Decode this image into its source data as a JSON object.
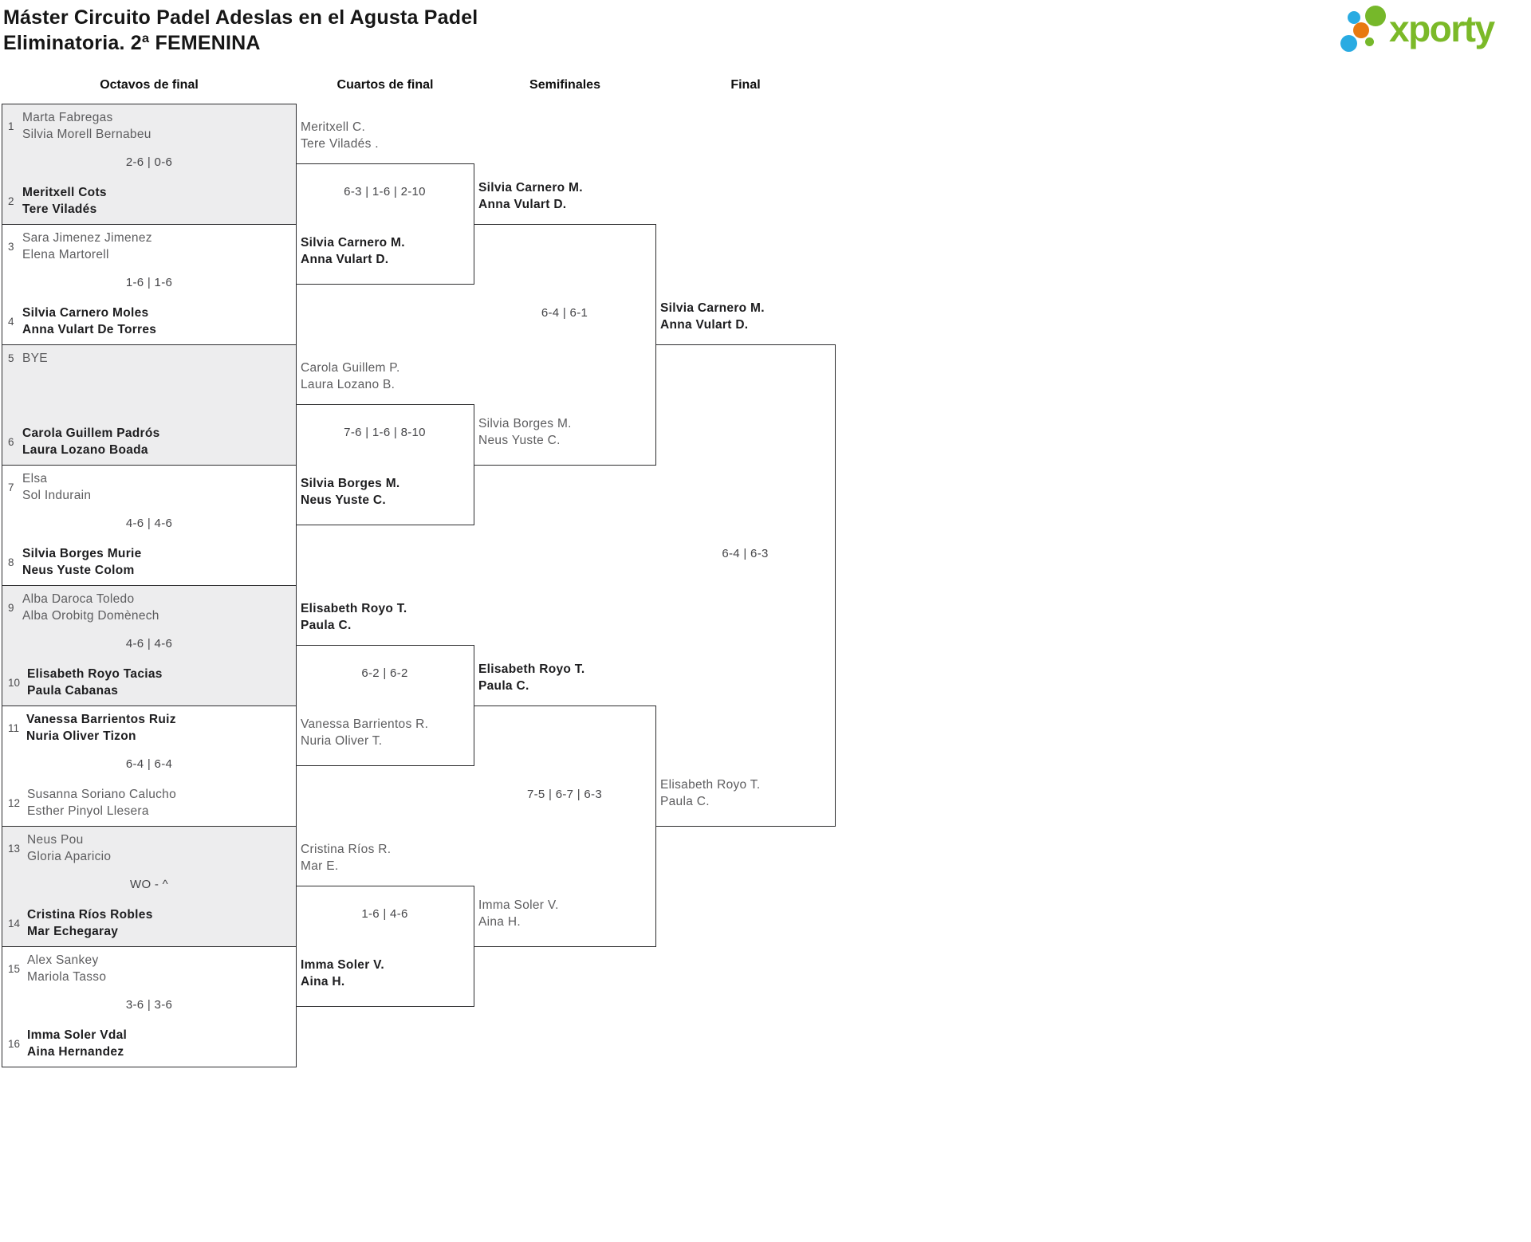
{
  "title": {
    "line1": "Máster Circuito Padel Adeslas en el Agusta Padel",
    "line2": "Eliminatoria. 2ª FEMENINA"
  },
  "logo": {
    "text": "xporty",
    "green": "#76b82a",
    "blue": "#29abe2",
    "orange": "#e8790f"
  },
  "rounds": {
    "r16": "Octavos de final",
    "qf": "Cuartos de final",
    "sf": "Semifinales",
    "f": "Final"
  },
  "colors": {
    "shaded_row_bg": "#ededee",
    "winner_text": "#1d1d1f",
    "loser_text": "#5d5d5f"
  },
  "octavos": [
    {
      "shaded": true,
      "seed_top": "1",
      "top": [
        "Marta Fabregas",
        "Silvia Morell Bernabeu"
      ],
      "top_bold": false,
      "score": "2-6 | 0-6",
      "seed_bottom": "2",
      "bottom": [
        "Meritxell Cots",
        "Tere Viladés"
      ],
      "bottom_bold": true
    },
    {
      "shaded": false,
      "seed_top": "3",
      "top": [
        "Sara Jimenez Jimenez",
        "Elena Martorell"
      ],
      "top_bold": false,
      "score": "1-6 | 1-6",
      "seed_bottom": "4",
      "bottom": [
        "Silvia Carnero Moles",
        "Anna Vulart De Torres"
      ],
      "bottom_bold": true
    },
    {
      "shaded": true,
      "seed_top": "5",
      "top": [
        "BYE",
        ""
      ],
      "top_bold": false,
      "score": "",
      "seed_bottom": "6",
      "bottom": [
        "Carola Guillem Padrós",
        "Laura Lozano Boada"
      ],
      "bottom_bold": true
    },
    {
      "shaded": false,
      "seed_top": "7",
      "top": [
        "Elsa",
        "Sol Indurain"
      ],
      "top_bold": false,
      "score": "4-6 | 4-6",
      "seed_bottom": "8",
      "bottom": [
        "Silvia Borges Murie",
        "Neus Yuste Colom"
      ],
      "bottom_bold": true
    },
    {
      "shaded": true,
      "seed_top": "9",
      "top": [
        "Alba Daroca Toledo",
        "Alba Orobitg Domènech"
      ],
      "top_bold": false,
      "score": "4-6 | 4-6",
      "seed_bottom": "10",
      "bottom": [
        "Elisabeth Royo Tacias",
        "Paula Cabanas"
      ],
      "bottom_bold": true
    },
    {
      "shaded": false,
      "seed_top": "11",
      "top": [
        "Vanessa Barrientos Ruiz",
        "Nuria Oliver Tizon"
      ],
      "top_bold": true,
      "score": "6-4 | 6-4",
      "seed_bottom": "12",
      "bottom": [
        "Susanna Soriano Calucho",
        "Esther Pinyol Llesera"
      ],
      "bottom_bold": false
    },
    {
      "shaded": true,
      "seed_top": "13",
      "top": [
        "Neus Pou",
        "Gloria Aparicio"
      ],
      "top_bold": false,
      "score": "WO - ^",
      "seed_bottom": "14",
      "bottom": [
        "Cristina Ríos Robles",
        "Mar Echegaray"
      ],
      "bottom_bold": true
    },
    {
      "shaded": false,
      "seed_top": "15",
      "top": [
        "Alex Sankey",
        "Mariola Tasso"
      ],
      "top_bold": false,
      "score": "3-6 | 3-6",
      "seed_bottom": "16",
      "bottom": [
        "Imma Soler Vdal",
        "Aina Hernandez"
      ],
      "bottom_bold": true
    }
  ],
  "cuartos": [
    {
      "top": [
        "Meritxell C.",
        "Tere Viladés ."
      ],
      "top_bold": false,
      "score": "6-3 | 1-6 | 2-10",
      "bottom": [
        "Silvia Carnero M.",
        "Anna Vulart D."
      ],
      "bottom_bold": true
    },
    {
      "top": [
        "Carola Guillem P.",
        "Laura Lozano B."
      ],
      "top_bold": false,
      "score": "7-6 | 1-6 | 8-10",
      "bottom": [
        "Silvia Borges M.",
        "Neus Yuste C."
      ],
      "bottom_bold": true
    },
    {
      "top": [
        "Elisabeth Royo T.",
        "Paula C."
      ],
      "top_bold": true,
      "score": "6-2 | 6-2",
      "bottom": [
        "Vanessa Barrientos R.",
        "Nuria Oliver T."
      ],
      "bottom_bold": false
    },
    {
      "top": [
        "Cristina Ríos R.",
        "Mar E."
      ],
      "top_bold": false,
      "score": "1-6 | 4-6",
      "bottom": [
        "Imma Soler V.",
        "Aina H."
      ],
      "bottom_bold": true
    }
  ],
  "semifinales": [
    {
      "top": [
        "Silvia Carnero M.",
        "Anna Vulart D."
      ],
      "top_bold": true,
      "score": "6-4 | 6-1",
      "bottom": [
        "Silvia Borges M.",
        "Neus Yuste C."
      ],
      "bottom_bold": false
    },
    {
      "top": [
        "Elisabeth Royo T.",
        "Paula C."
      ],
      "top_bold": true,
      "score": "7-5 | 6-7 | 6-3",
      "bottom": [
        "Imma Soler V.",
        "Aina H."
      ],
      "bottom_bold": false
    }
  ],
  "final": {
    "top": [
      "Silvia Carnero M.",
      "Anna Vulart D."
    ],
    "top_bold": true,
    "score": "6-4 | 6-3",
    "bottom": [
      "Elisabeth Royo T.",
      "Paula C."
    ],
    "bottom_bold": false
  }
}
